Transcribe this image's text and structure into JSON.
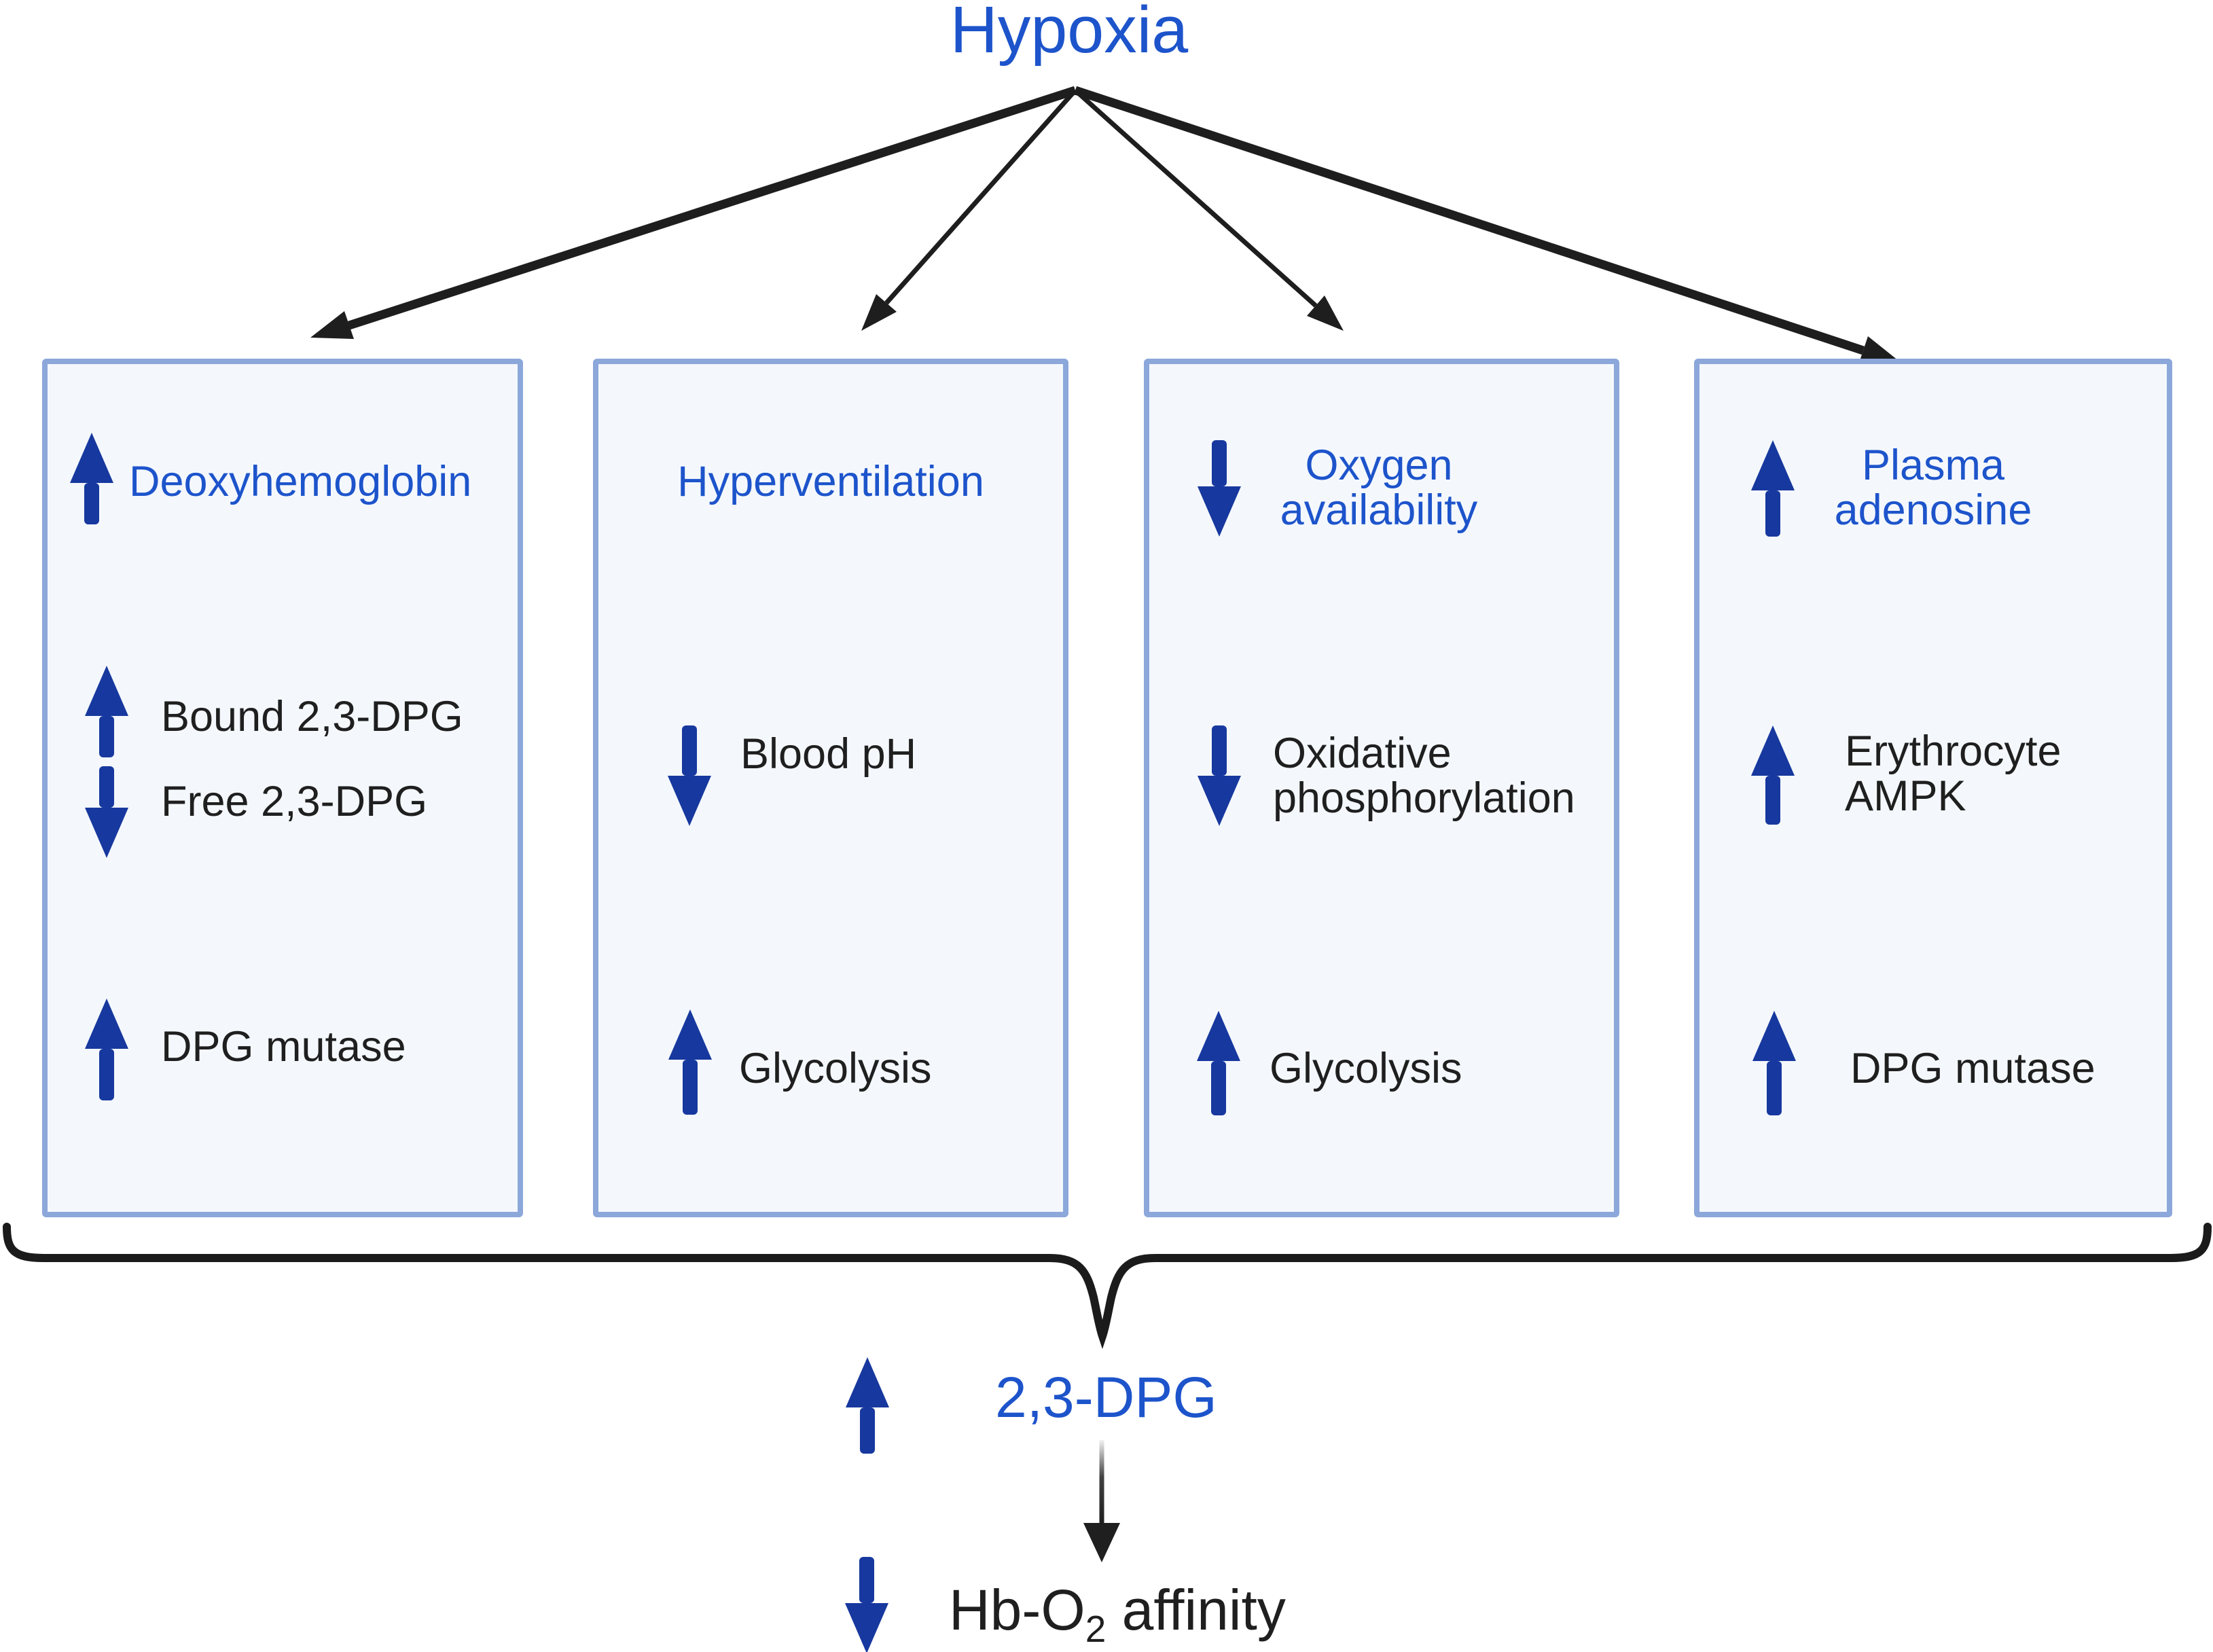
{
  "title": "Hypoxia",
  "colors": {
    "label_blue": "#1d54cb",
    "arrow_navy": "#17389e",
    "box_fill": "#f4f8fd",
    "box_border": "#8ca7da",
    "line_black": "#1f1f1f"
  },
  "boxes": [
    {
      "header_arrow": "up",
      "header_lines": [
        "Deoxyhemoglobin"
      ],
      "rows": [
        {
          "arrow": "up",
          "lines": [
            "Bound 2,3-DPG"
          ]
        },
        {
          "arrow": "down",
          "lines": [
            "Free 2,3-DPG"
          ]
        }
      ],
      "footer": {
        "arrow": "up",
        "lines": [
          "DPG mutase"
        ]
      }
    },
    {
      "header_arrow": "none",
      "header_lines": [
        "Hyperventilation"
      ],
      "rows": [
        {
          "arrow": "down",
          "lines": [
            "Blood pH"
          ]
        }
      ],
      "footer": {
        "arrow": "up",
        "lines": [
          "Glycolysis"
        ]
      }
    },
    {
      "header_arrow": "down",
      "header_lines": [
        "Oxygen",
        "availability"
      ],
      "rows": [
        {
          "arrow": "down",
          "lines": [
            "Oxidative",
            "phosphorylation"
          ]
        }
      ],
      "footer": {
        "arrow": "up",
        "lines": [
          "Glycolysis"
        ]
      }
    },
    {
      "header_arrow": "up",
      "header_lines": [
        "Plasma",
        "adenosine"
      ],
      "rows": [
        {
          "arrow": "up",
          "lines": [
            "Erythrocyte",
            "AMPK"
          ]
        }
      ],
      "footer": {
        "arrow": "up",
        "lines": [
          "DPG mutase"
        ]
      }
    }
  ],
  "outcome": {
    "arrow": "up",
    "label": "2,3-DPG"
  },
  "final": {
    "arrow": "down",
    "label_pre": "Hb-O",
    "label_sub": "2",
    "label_post": " affinity"
  }
}
